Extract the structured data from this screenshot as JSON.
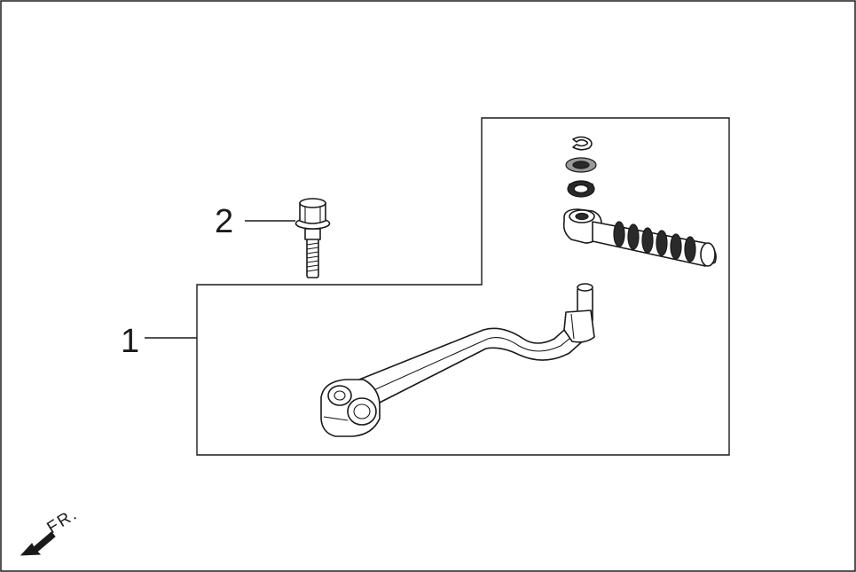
{
  "callouts": [
    {
      "number": "1"
    },
    {
      "number": "2"
    }
  ],
  "direction_label": "FR."
}
